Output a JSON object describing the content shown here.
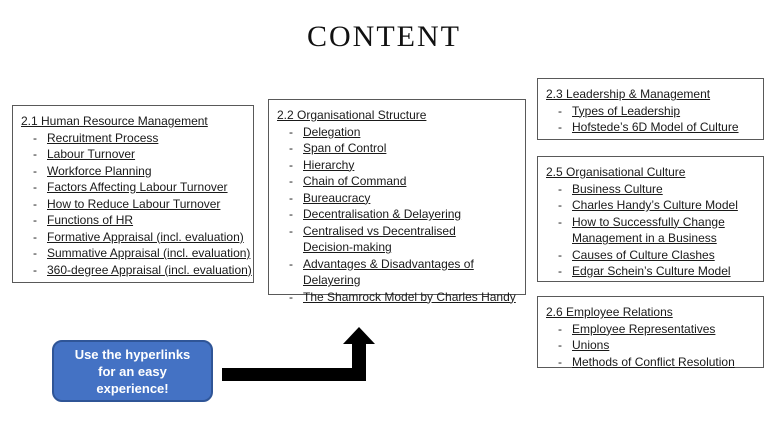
{
  "slide": {
    "title": "CONTENT",
    "bullet": "-",
    "boxes": [
      {
        "heading": "2.1 Human Resource Management",
        "items": [
          "Recruitment Process",
          "Labour Turnover",
          "Workforce Planning",
          "Factors Affecting Labour Turnover",
          "How to Reduce Labour Turnover",
          "Functions of HR",
          "Formative Appraisal (incl. evaluation)",
          "Summative Appraisal (incl. evaluation)",
          "360-degree Appraisal (incl. evaluation)"
        ]
      },
      {
        "heading": "2.2 Organisational Structure",
        "items": [
          "Delegation",
          "Span of Control",
          "Hierarchy",
          "Chain of Command",
          "Bureaucracy",
          "Decentralisation & Delayering",
          "Centralised vs Decentralised\nDecision-making",
          "Advantages & Disadvantages of\nDelayering",
          "The Shamrock Model by Charles Handy"
        ]
      },
      {
        "heading": "2.3 Leadership & Management",
        "items": [
          "Types of Leadership",
          "Hofstede’s 6D Model of Culture"
        ]
      },
      {
        "heading": "2.5 Organisational Culture",
        "items": [
          "Business Culture",
          "Charles Handy’s Culture Model",
          "How to Successfully Change\nManagement in a Business",
          "Causes of Culture Clashes",
          "Edgar Schein’s Culture Model"
        ]
      },
      {
        "heading": "2.6 Employee Relations",
        "items": [
          "Employee Representatives",
          "Unions",
          "Methods of Conflict Resolution"
        ]
      }
    ],
    "callout": {
      "text": "Use the hyperlinks\nfor an easy\nexperience!",
      "fill": "#4472C4",
      "border": "#2F5597",
      "text_color": "#FFFFFF"
    },
    "arrow": {
      "color": "#000000"
    }
  }
}
